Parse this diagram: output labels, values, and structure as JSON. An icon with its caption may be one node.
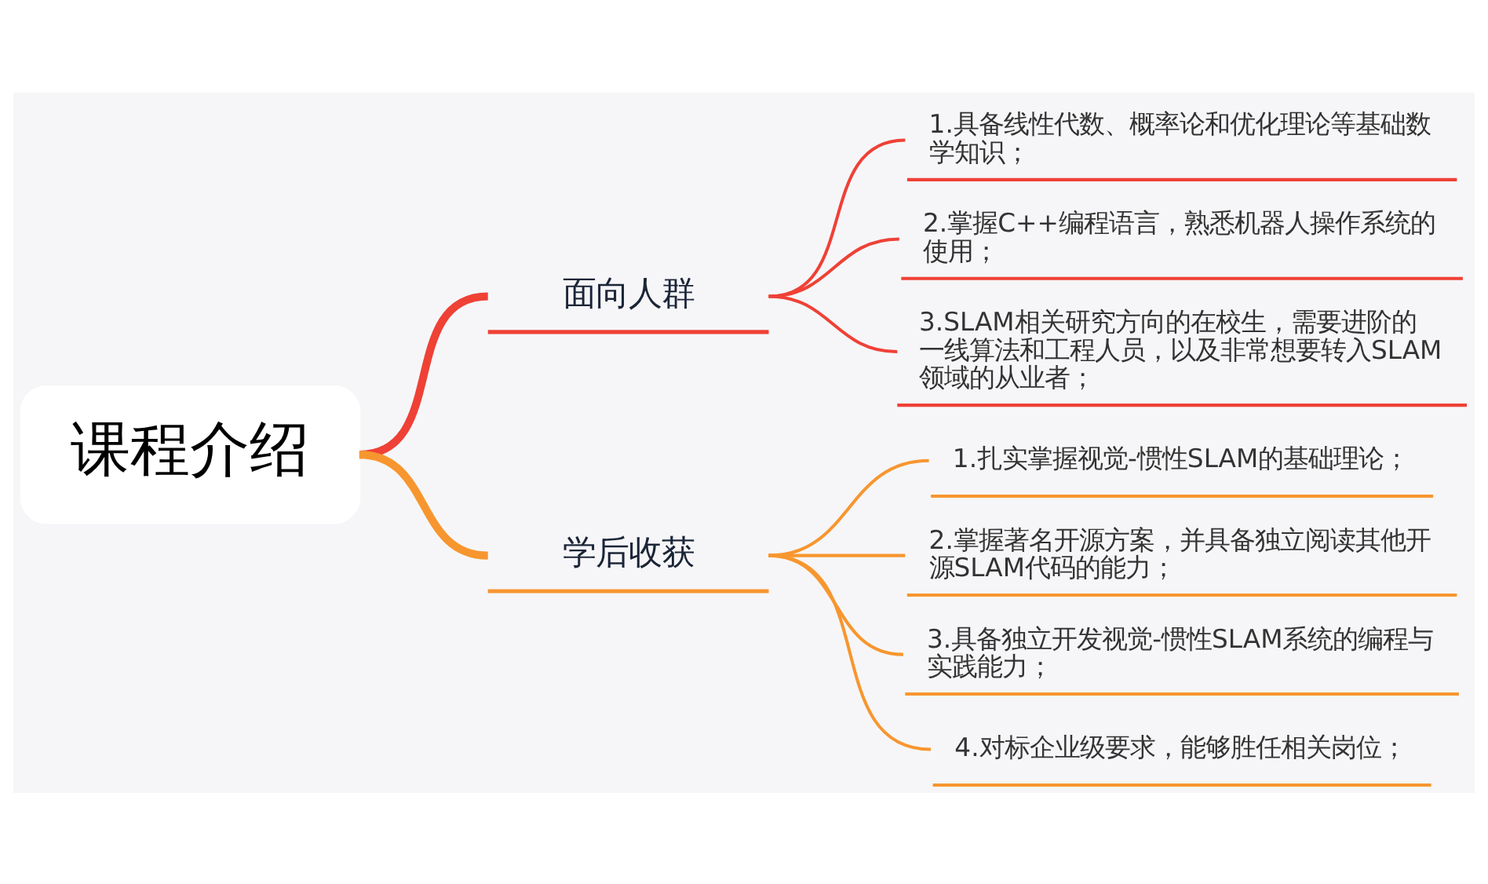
{
  "diagram": {
    "nodes": [
      {
        "text": [
          "课程介绍"
        ]
      },
      {
        "text": [
          "面向人群"
        ]
      },
      {
        "text": [
          "1.具备线性代数、概率论和优化理论等基础数学知识；"
        ]
      },
      {
        "text": [
          "2.掌握C++编程语言，熟悉机器人操作系统的使用；"
        ]
      },
      {
        "text": [
          "3.SLAM相关研究方向的在校生，需要进阶的一线算法和工程人员，以及非常想要转入SLAM领域的从业者；"
        ]
      },
      {
        "text": [
          "学后收获"
        ]
      },
      {
        "text": [
          "1.扎实掌握视觉-惯性SLAM的基础理论；"
        ]
      },
      {
        "text": [
          "2.掌握著名开源方案，并具备独立阅读其他开源SLAM代码的能力；"
        ]
      },
      {
        "text": [
          "3.具备独立开发视觉-惯性SLAM系统的编程与实践能力；"
        ]
      },
      {
        "text": [
          "4.对标企业级要求，能够胜任相关岗位；"
        ]
      }
    ],
    "edges": [
      {
        "from": 0,
        "to": 1,
        "arrow": "none",
        "style": "thick",
        "color": "#ef4136"
      },
      {
        "from": 1,
        "to": 2,
        "arrow": "none",
        "color": "#ef4136"
      },
      {
        "from": 1,
        "to": 3,
        "arrow": "none",
        "color": "#ef4136"
      },
      {
        "from": 1,
        "to": 4,
        "arrow": "none",
        "color": "#ef4136"
      },
      {
        "from": 0,
        "to": 5,
        "arrow": "none",
        "style": "thick"
      },
      {
        "from": 5,
        "to": 6,
        "arrow": "none"
      },
      {
        "from": 5,
        "to": 7,
        "arrow": "none"
      },
      {
        "from": 5,
        "to": 8,
        "arrow": "none"
      },
      {
        "from": 5,
        "to": 9,
        "arrow": "none"
      }
    ]
  }
}
